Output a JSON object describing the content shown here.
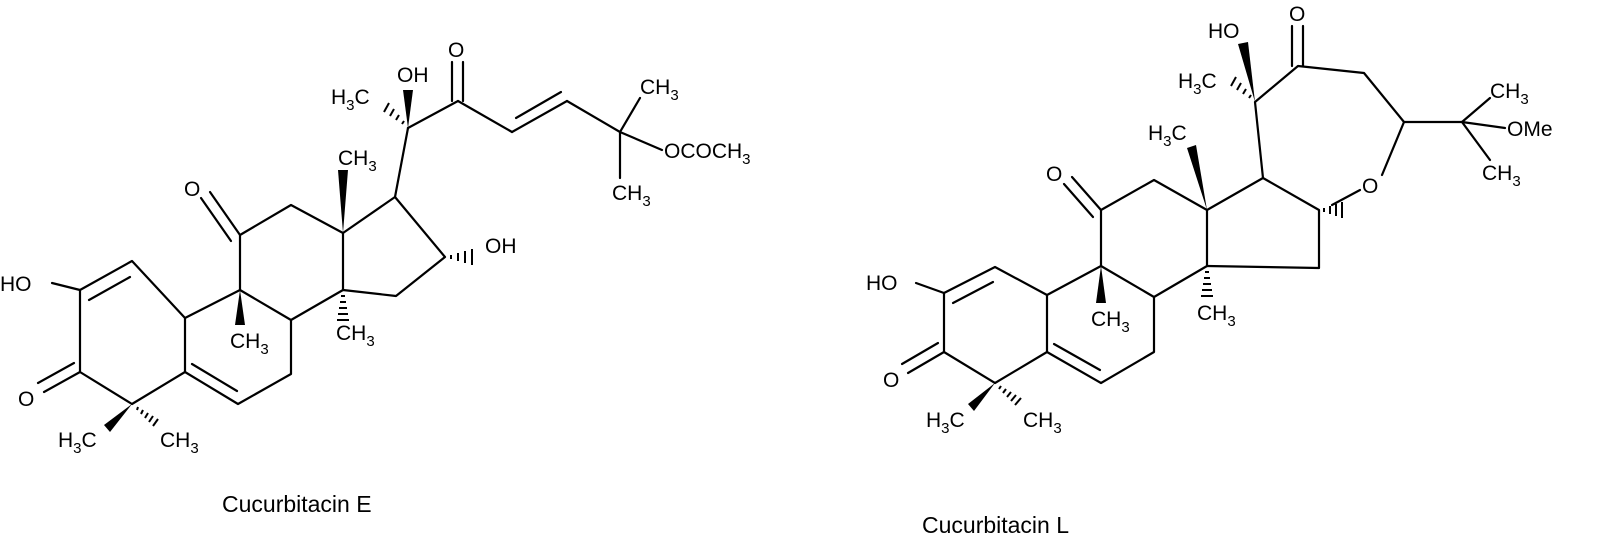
{
  "structures": [
    {
      "name": "Cucurbitacin E",
      "labels": {
        "oh_2": "HO",
        "o_3": "O",
        "o_11": "O",
        "ch3_9": "CH3",
        "ch3_14": "CH3",
        "ch3_13": "CH3",
        "oh_16": "OH",
        "h3c_4": "H3C",
        "ch3_4": "CH3",
        "oh_20": "OH",
        "h3c_20": "H3C",
        "o_22": "O",
        "ch3_25a": "CH3",
        "ococh3_25": "OCOCH3",
        "ch3_25b": "CH3"
      }
    },
    {
      "name": "Cucurbitacin L",
      "labels": {
        "oh_2": "HO",
        "o_3": "O",
        "o_11": "O",
        "ch3_9": "CH3",
        "ch3_14": "CH3",
        "ch3_13": "CH3",
        "h3c_4": "H3C",
        "ch3_4": "CH3",
        "oh_20": "HO",
        "h3c_20": "H3C",
        "o_22": "O",
        "o_ring": "O",
        "ch3_side_a": "CH3",
        "ome_side": "OMe",
        "ch3_side_b": "CH3"
      }
    }
  ]
}
